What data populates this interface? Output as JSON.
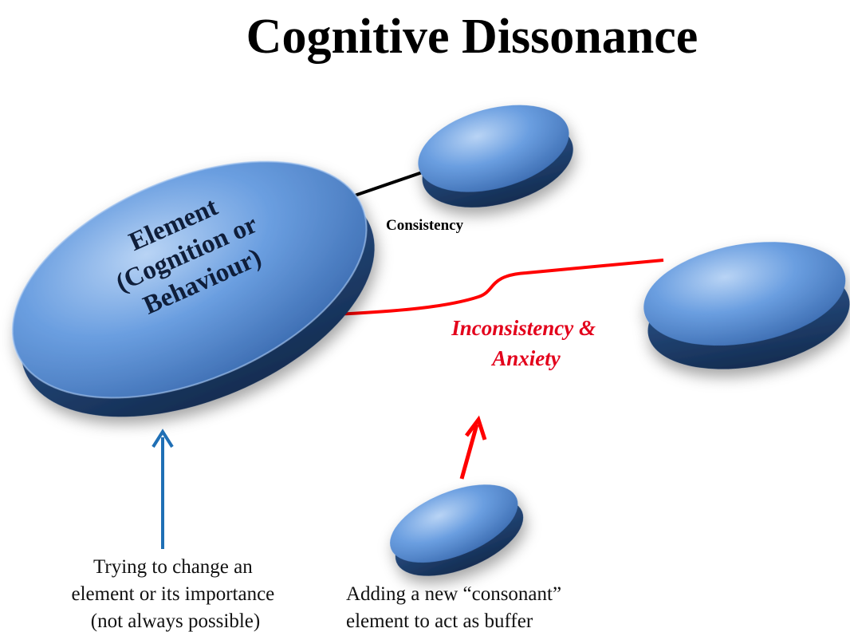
{
  "title": "Cognitive Dissonance",
  "element_label_lines": [
    "Element",
    "(Cognition or",
    "Behaviour)"
  ],
  "consistency_label": "Consistency",
  "inconsistency_label_lines": [
    "Inconsistency &",
    "Anxiety"
  ],
  "caption_left_lines": [
    "Trying to change an",
    "element or its importance",
    "(not always possible)"
  ],
  "caption_right_lines": [
    "Adding a new “consonant”",
    "element to act as buffer"
  ],
  "colors": {
    "disc_light": "#8fb7ea",
    "disc_mid": "#4f86cf",
    "disc_dark": "#1c3f72",
    "consistency_line": "#000000",
    "inconsistency_line": "#ff0000",
    "inconsistency_text": "#e3001b",
    "change_arrow": "#1f6fb5",
    "buffer_arrow": "#ff0000"
  }
}
